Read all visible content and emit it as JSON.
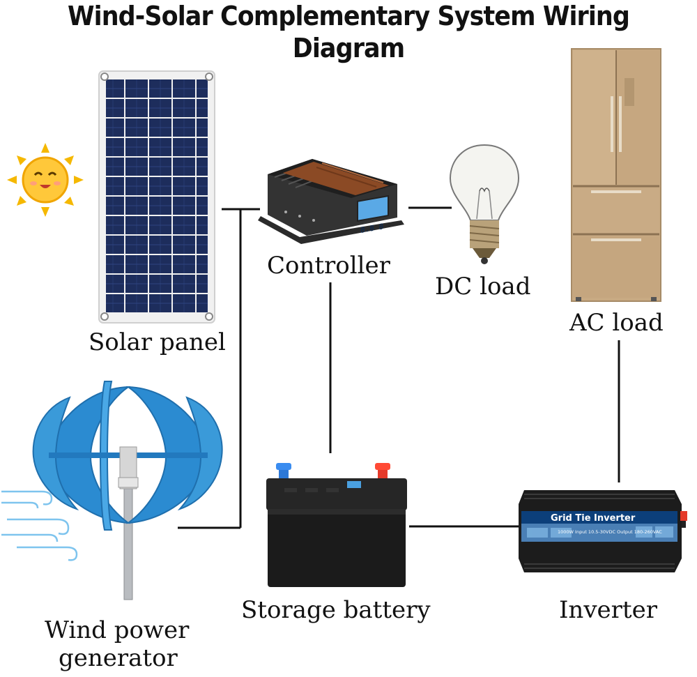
{
  "title": "Wind-Solar Complementary System Wiring Diagram",
  "labels": {
    "solar_panel": "Solar panel",
    "controller": "Controller",
    "dc_load": "DC load",
    "ac_load": "AC load",
    "wind_line1": "Wind power",
    "wind_line2": "generator",
    "battery": "Storage battery",
    "inverter": "Inverter"
  },
  "inverter_plate": {
    "heading": "Grid Tie Inverter",
    "specs": "1000W  Input 10.5-30VDC Output 180-260VAC"
  },
  "colors": {
    "wire": "#111111",
    "panel_cell": "#1d2d5c",
    "wind_blade": "#3a9ad9",
    "fridge": "#c8aa83",
    "battery_body": "#1b1b1b",
    "sun": "#f5b800"
  }
}
